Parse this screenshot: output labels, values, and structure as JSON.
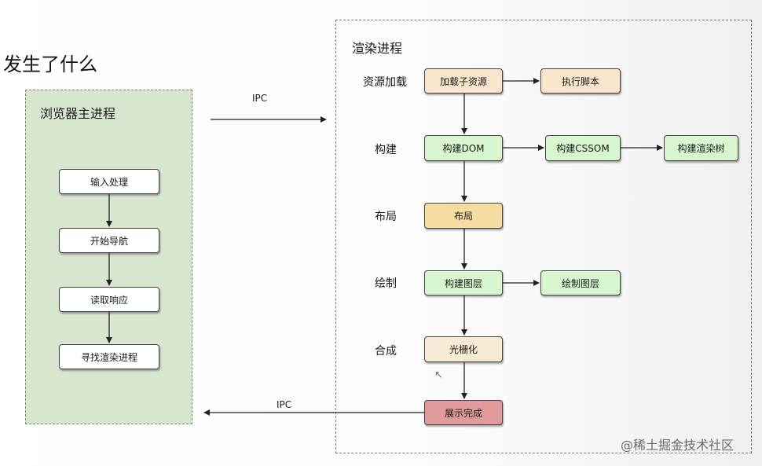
{
  "title": "发生了什么",
  "main_process": {
    "title": "浏览器主进程",
    "steps": [
      "输入处理",
      "开始导航",
      "读取响应",
      "寻找渲染进程"
    ]
  },
  "ipc": {
    "top": "IPC",
    "bottom": "IPC"
  },
  "render_process": {
    "title": "渲染进程",
    "stages": [
      "资源加载",
      "构建",
      "布局",
      "绘制",
      "合成"
    ],
    "nodes": {
      "load_resource": "加载子资源",
      "exec_script": "执行脚本",
      "build_dom": "构建DOM",
      "build_cssom": "构建CSSOM",
      "build_render_tree": "构建渲染树",
      "layout": "布局",
      "build_layers": "构建图层",
      "paint_layers": "绘制图层",
      "rasterize": "光栅化",
      "display_done": "展示完成"
    }
  },
  "colors": {
    "main_panel": "#d8e5cf",
    "tan": "#f7e5cc",
    "green": "#d7f5cf",
    "yellow": "#f5dca0",
    "red": "#e09a9a"
  },
  "icons": [
    "mouse-cursor-icon"
  ],
  "watermark": "@稀土掘金技术社区"
}
